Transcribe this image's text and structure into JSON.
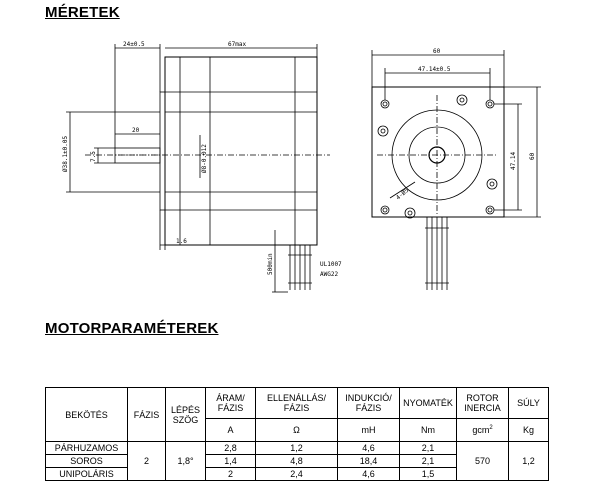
{
  "headings": {
    "dimensions": "MÉRETEK",
    "parameters": "MOTORPARAMÉTEREK"
  },
  "drawing": {
    "dim_24": "24±0.5",
    "dim_67": "67max",
    "dim_60_top": "60",
    "dim_47_top": "47.14±0.5",
    "dim_20": "20",
    "dim_38": "Ø38.1±0.05",
    "dim_7_5": "7.5",
    "dim_8": "Ø8-0.012",
    "dim_1_6": "1.6",
    "dim_500": "500min",
    "wire_label_1": "UL1007",
    "wire_label_2": "AWG22",
    "dim_47_side": "47.14",
    "dim_60_side": "60",
    "dim_hole": "4-Ø5"
  },
  "table": {
    "headers": {
      "bekotes": "BEKÖTÉS",
      "fazis": "FÁZIS",
      "lepes_szog_1": "LÉPÉS",
      "lepes_szog_2": "SZÖG",
      "aram_1": "ÁRAM/",
      "aram_2": "FÁZIS",
      "ellenallas_1": "ELLENÁLLÁS/",
      "ellenallas_2": "FÁZIS",
      "indukcio_1": "INDUKCIÓ/",
      "indukcio_2": "FÁZIS",
      "nyomatek": "NYOMATÉK",
      "rotor_1": "ROTOR",
      "rotor_2": "INERCIA",
      "suly": "SÚLY"
    },
    "units": {
      "aram": "A",
      "ellenallas": "Ω",
      "indukcio": "mH",
      "nyomatek": "Nm",
      "rotor_base": "gcm",
      "rotor_sup": "2",
      "suly": "Kg"
    },
    "shared": {
      "fazis": "2",
      "lepes_szog": "1,8°",
      "rotor_inercia": "570",
      "suly": "1,2"
    },
    "rows": [
      {
        "bekotes": "PÁRHUZAMOS",
        "aram": "2,8",
        "ellenallas": "1,2",
        "indukcio": "4,6",
        "nyomatek": "2,1"
      },
      {
        "bekotes": "SOROS",
        "aram": "1,4",
        "ellenallas": "4,8",
        "indukcio": "18,4",
        "nyomatek": "2,1"
      },
      {
        "bekotes": "UNIPOLÁRIS",
        "aram": "2",
        "ellenallas": "2,4",
        "indukcio": "4,6",
        "nyomatek": "1,5"
      }
    ]
  }
}
